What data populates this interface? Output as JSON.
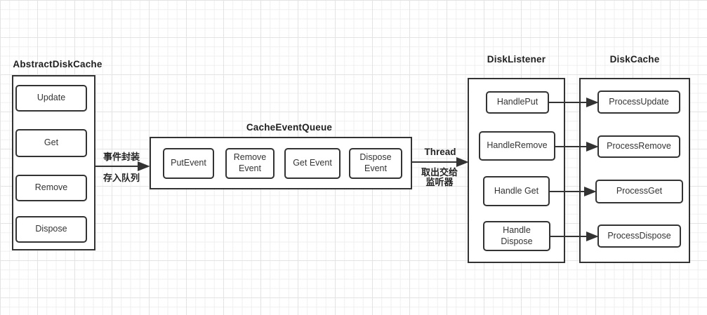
{
  "canvas": {
    "stroke_color": "#333333",
    "text_color": "#333333",
    "background_color": "#ffffff",
    "grid_minor_color": "#efefef",
    "grid_major_color": "#e3e3e3"
  },
  "groups": {
    "abstract_disk_cache": {
      "title": "AbstractDiskCache",
      "items": [
        "Update",
        "Get",
        "Remove",
        "Dispose"
      ]
    },
    "cache_event_queue": {
      "title": "CacheEventQueue",
      "items": [
        "PutEvent",
        "Remove\nEvent",
        "Get Event",
        "Dispose\nEvent"
      ]
    },
    "disk_listener": {
      "title": "DiskListener",
      "items": [
        "HandlePut",
        "HandleRemove",
        "Handle Get",
        "Handle\nDispose"
      ]
    },
    "disk_cache": {
      "title": "DiskCache",
      "items": [
        "ProcessUpdate",
        "ProcessRemove",
        "ProcessGet",
        "ProcessDispose"
      ]
    }
  },
  "arrows": {
    "enqueue": {
      "label_top": "事件封装",
      "label_bottom": "存入队列"
    },
    "thread": {
      "label_top": "Thread",
      "label_bottom": "取出交给\n监听器"
    }
  }
}
